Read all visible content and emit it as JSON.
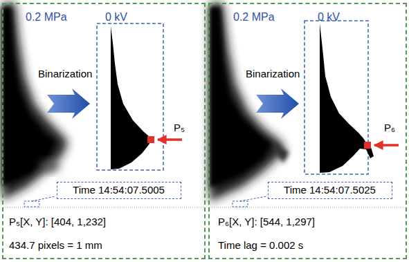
{
  "diagram": {
    "nodes": [
      {
        "text": [
          "0.2 MPa",
          "0 kV",
          "Binarization",
          "P₅",
          "P₅[X, Y]: [404, 1,232]",
          "434.7 pixels = 1 mm"
        ]
      },
      {
        "text": [
          "Time 14:54:07.5005"
        ],
        "in": 0
      },
      {
        "text": [
          "0.2 MPa",
          "0 kV",
          "Binarization",
          "P₆",
          "P₆[X, Y]: [544, 1,297]",
          "Time lag = 0.002 s"
        ]
      },
      {
        "text": [
          "Time 14:54:07.5025"
        ],
        "in": 2
      }
    ]
  }
}
